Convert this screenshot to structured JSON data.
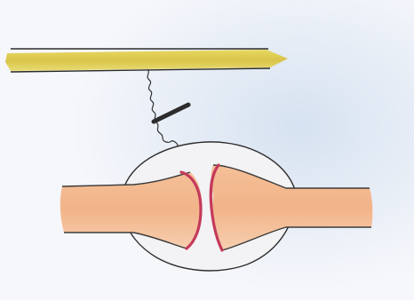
{
  "illustration": {
    "colors": {
      "paper": "#f6f7fb",
      "paper_shade": "#d9e4f2",
      "nerve_fill": "#e0cf52",
      "nerve_outline": "#2b2b2b",
      "bone_fill": "#f2b489",
      "bone_fill_light": "#f7cfb0",
      "cartilage": "#c43a5b",
      "capsule_outline": "#2e2e2e",
      "squiggle": "#333333",
      "block_bar": "#2c2c2c"
    },
    "elements": [
      {
        "name": "nerve-bar"
      },
      {
        "name": "nerve-branch"
      },
      {
        "name": "nerve-block-bar"
      },
      {
        "name": "joint-capsule"
      },
      {
        "name": "left-bone"
      },
      {
        "name": "right-bone"
      },
      {
        "name": "left-cartilage"
      },
      {
        "name": "right-cartilage"
      }
    ]
  }
}
